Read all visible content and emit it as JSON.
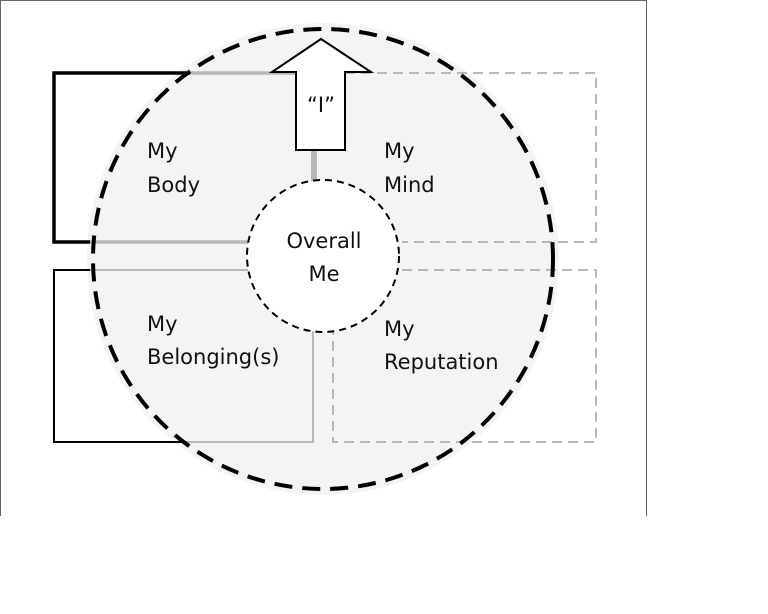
{
  "diagram": {
    "arrow_label": "“I”",
    "quadrants": {
      "body": {
        "line1": "My",
        "line2": "Body"
      },
      "mind": {
        "line1": "My",
        "line2": "Mind"
      },
      "belongings": {
        "line1": "My",
        "line2": "Belonging(s)"
      },
      "reputation": {
        "line1": "My",
        "line2": "Reputation"
      }
    },
    "center": {
      "line1": "Overall",
      "line2": "Me"
    }
  },
  "colors": {
    "circle_fill": "#f3f4f4",
    "stroke_dark": "#000000",
    "stroke_light": "#b8b8b8",
    "frame": "#666666"
  }
}
